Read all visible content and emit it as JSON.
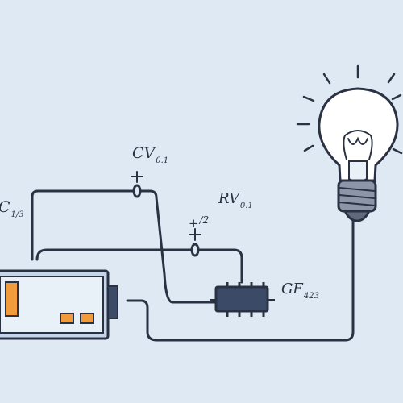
{
  "colors": {
    "background": "#dfe9f3",
    "wire": "#2a3142",
    "battery_fill": "#c6d6ea",
    "battery_charge": "#f29b3c",
    "chip_body": "#3b4a66",
    "bulb_glass": "#ffffff",
    "bulb_base": "#8b97a8"
  },
  "icons": {
    "battery": "battery-icon",
    "bulb": "light-bulb-icon",
    "chip": "chip-icon"
  },
  "labels": {
    "cv": {
      "main": "CV",
      "sub": "0.1"
    },
    "rv": {
      "main": "RV",
      "sub": "0.1"
    },
    "c": {
      "main": "C",
      "sub": "1/3"
    },
    "gf": {
      "main": "GF",
      "sub": "423"
    },
    "plus_small": {
      "main": "+",
      "sup": "/2"
    }
  }
}
